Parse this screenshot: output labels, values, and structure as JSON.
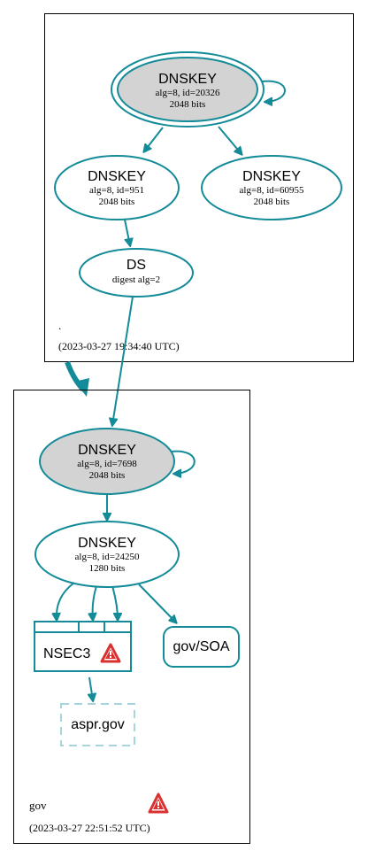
{
  "colors": {
    "edge": "#138b98",
    "key_fill_ksk": "#d3d3d3",
    "key_fill": "#ffffff",
    "warning_red": "#d93030",
    "dashed_border": "#a6d5dc"
  },
  "root_zone": {
    "name": ".",
    "timestamp": "(2023-03-27 19:34:40 UTC)",
    "ksk": {
      "title": "DNSKEY",
      "line1": "alg=8, id=20326",
      "line2": "2048 bits"
    },
    "zsk1": {
      "title": "DNSKEY",
      "line1": "alg=8, id=951",
      "line2": "2048 bits"
    },
    "zsk2": {
      "title": "DNSKEY",
      "line1": "alg=8, id=60955",
      "line2": "2048 bits"
    },
    "ds": {
      "title": "DS",
      "line1": "digest alg=2"
    }
  },
  "gov_zone": {
    "name": "gov",
    "timestamp": "(2023-03-27 22:51:52 UTC)",
    "ksk": {
      "title": "DNSKEY",
      "line1": "alg=8, id=7698",
      "line2": "2048 bits"
    },
    "zsk": {
      "title": "DNSKEY",
      "line1": "alg=8, id=24250",
      "line2": "1280 bits"
    },
    "nsec3": {
      "title": "NSEC3",
      "icon": "warning-icon"
    },
    "soa": {
      "title": "gov/SOA"
    },
    "aspr": {
      "title": "aspr.gov"
    },
    "zone_icon": "warning-icon"
  }
}
